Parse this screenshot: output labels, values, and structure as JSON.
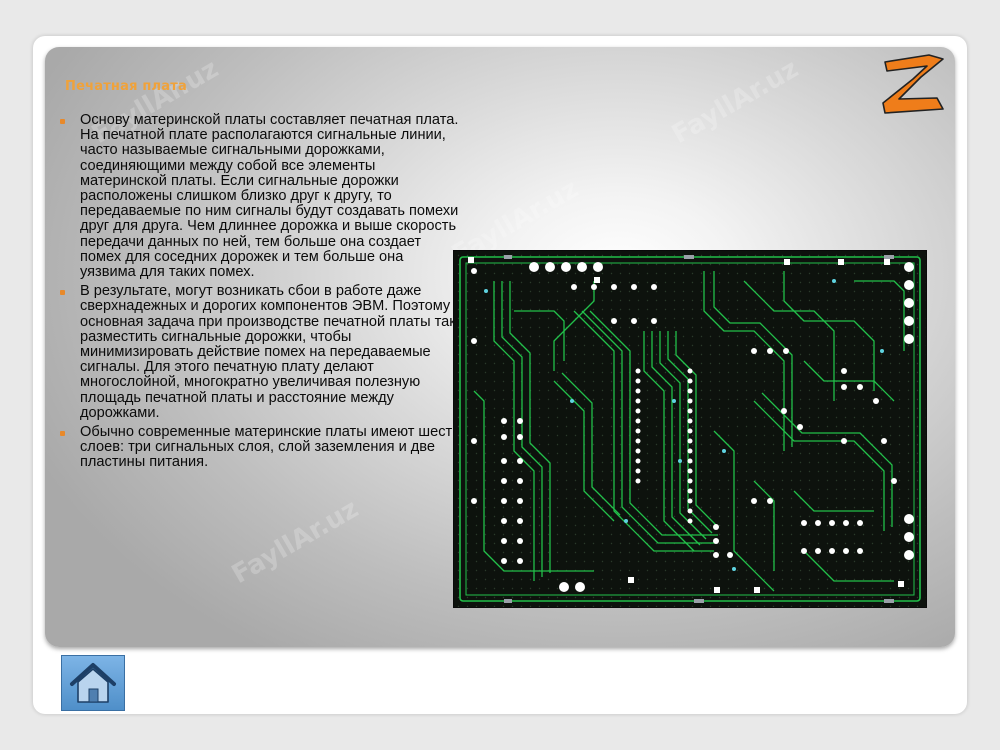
{
  "slide": {
    "title": "Печатная плата",
    "bullets": [
      "Основу материнской платы составляет печатная плата. На печатной плате располагаются сигнальные линии, часто называемые сигнальными дорожками, соединяющими между собой все элементы материнской платы. Если сигнальные дорожки расположены слишком близко друг к другу, то передаваемые по ним сигналы будут создавать помехи друг для друга. Чем длиннее дорожка и выше скорость передачи данных по ней, тем больше она создает помех для соседних дорожек и тем больше она уязвима для таких помех.",
      "В результате, могут возникать сбои в работе даже сверхнадежных и дорогих компонентов ЭВМ. Поэтому основная задача при производстве печатной платы так разместить сигнальные дорожки, чтобы минимизировать действие помех на передаваемые сигналы. Для этого печатную плату делают многослойной, многократно увеличивая полезную площадь печатной платы и расстояние между дорожками.",
      "Обычно современные материнские платы имеют шесть слоев: три сигнальных слоя, слой заземления и две пластины питания."
    ]
  },
  "watermark": "FayllAr.uz",
  "logo_letter": "Z",
  "colors": {
    "title": "#f0a23a",
    "bullet": "#e8892a",
    "logo": "#ef7d1a",
    "trace": "#22c04a",
    "pad": "#ffffff",
    "board": "#0d120d"
  },
  "icons": {
    "home": "home-icon",
    "logo": "z-logo-icon"
  }
}
